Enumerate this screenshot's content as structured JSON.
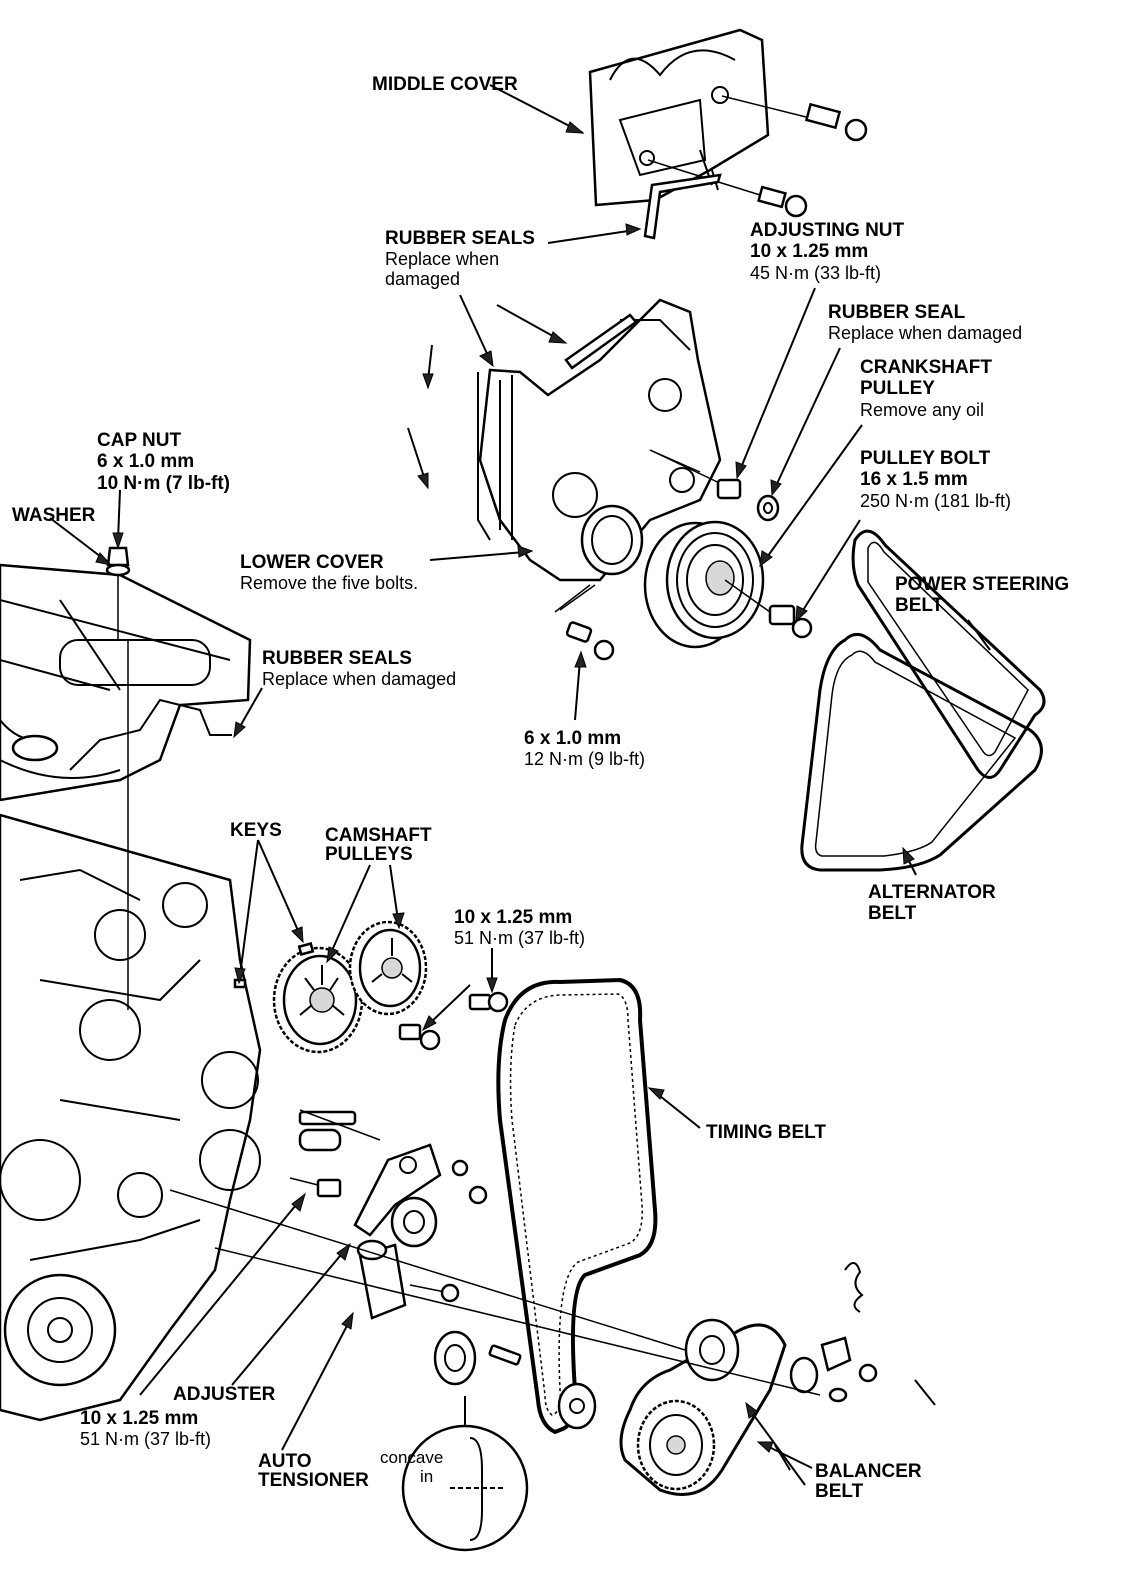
{
  "labels": {
    "middle_cover": "MIDDLE COVER",
    "rubber_seals_top": {
      "title": "RUBBER SEALS",
      "line1": "Replace when",
      "line2": "damaged"
    },
    "adjusting_nut": {
      "title": "ADJUSTING NUT",
      "size": "10 x 1.25 mm",
      "torque": "45 N·m (33 lb-ft)"
    },
    "rubber_seal": {
      "title": "RUBBER SEAL",
      "note": "Replace when damaged"
    },
    "crankshaft_pulley": {
      "title1": "CRANKSHAFT",
      "title2": "PULLEY",
      "note": "Remove any oil"
    },
    "pulley_bolt": {
      "title": "PULLEY BOLT",
      "size": "16 x 1.5 mm",
      "torque": "250 N·m (181 lb-ft)"
    },
    "cap_nut": {
      "title": "CAP NUT",
      "size": "6 x 1.0 mm",
      "torque": "10 N·m (7 lb-ft)"
    },
    "washer": "WASHER",
    "lower_cover": {
      "title": "LOWER COVER",
      "note": "Remove the five bolts."
    },
    "power_steering_belt": {
      "line1": "POWER STEERING",
      "line2": "BELT"
    },
    "rubber_seals_mid": {
      "title": "RUBBER SEALS",
      "note": "Replace when damaged"
    },
    "bolt_6x1": {
      "size": "6 x 1.0 mm",
      "torque": "12 N·m (9 lb-ft)"
    },
    "alternator_belt": {
      "line1": "ALTERNATOR",
      "line2": "BELT"
    },
    "keys": "KEYS",
    "camshaft_pulleys": {
      "line1": "CAMSHAFT",
      "line2": "PULLEYS"
    },
    "bolt_cam": {
      "size": "10 x 1.25 mm",
      "torque": "51 N·m (37 lb-ft)"
    },
    "timing_belt": "TIMING BELT",
    "adjuster": "ADJUSTER",
    "bolt_adjuster": {
      "size": "10 x 1.25 mm",
      "torque": "51 N·m (37 lb-ft)"
    },
    "auto_tensioner": {
      "line1": "AUTO",
      "line2": "TENSIONER"
    },
    "concave": {
      "line1": "concave",
      "line2": "in"
    },
    "balancer_belt": {
      "line1": "BALANCER",
      "line2": "BELT"
    }
  }
}
